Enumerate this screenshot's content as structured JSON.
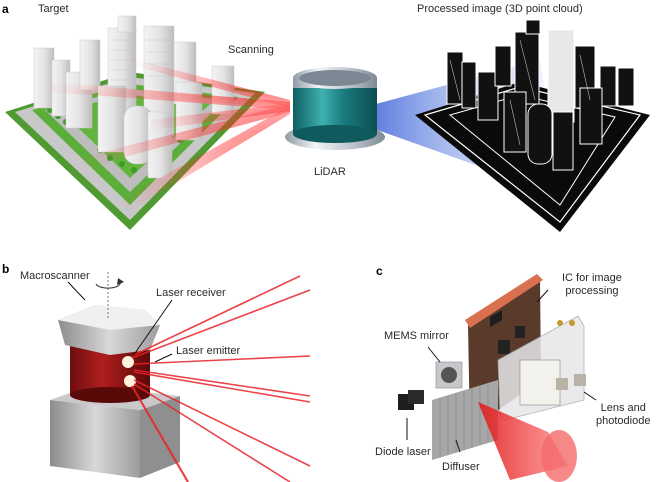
{
  "panels": {
    "a": {
      "letter": "a",
      "labels": {
        "target": "Target",
        "scanning": "Scanning",
        "lidar": "LiDAR",
        "processed": "Processed image (3D point cloud)"
      }
    },
    "b": {
      "letter": "b",
      "labels": {
        "macroscanner": "Macroscanner",
        "laser_receiver": "Laser receiver",
        "laser_emitter": "Laser emitter"
      }
    },
    "c": {
      "letter": "c",
      "labels": {
        "ic_line1": "IC for image",
        "ic_line2": "processing",
        "mems": "MEMS mirror",
        "lens_line1": "Lens and",
        "lens_line2": "photodiode",
        "diode": "Diode laser",
        "diffuser": "Diffuser"
      }
    }
  },
  "colors": {
    "laser_red": "#e8232a",
    "lidar_teal": "#1f8a8c",
    "scan_blue": "#4a6fd6",
    "grass": "#5cae3a",
    "pcb": "#c8674a"
  }
}
